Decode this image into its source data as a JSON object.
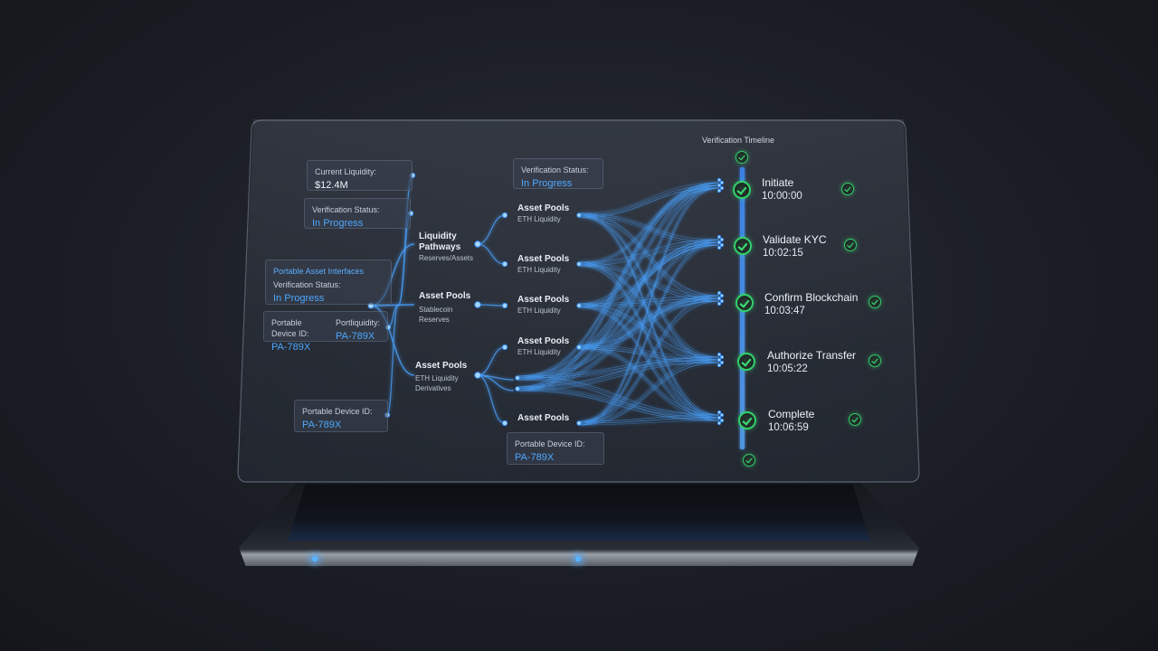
{
  "cards": {
    "current_liquidity": {
      "label": "Current Liquidity:",
      "value": "$12.4M"
    },
    "verification_left": {
      "label": "Verification Status:",
      "value": "In Progress"
    },
    "portable_interfaces": {
      "heading": "Portable Asset Interfaces",
      "label": "Verification Status:",
      "value": "In Progress"
    },
    "device_split": {
      "label_a": "Portable Device ID:",
      "value_a": "PA-789X",
      "label_b": "Portliquidity:",
      "value_b": "PA-789X"
    },
    "device_bottom_left": {
      "label": "Portable Device ID:",
      "value": "PA-789X"
    },
    "verification_mid": {
      "label": "Verification Status:",
      "value": "In Progress"
    },
    "device_bottom_mid": {
      "label": "Portable Device ID:",
      "value": "PA-789X"
    }
  },
  "nodes": {
    "liquidity_pathways": {
      "title_a": "Liquidity",
      "title_b": "Pathways",
      "sub": "Reserves/Assets"
    },
    "asset_pools_mid": {
      "title": "Asset Pools",
      "sub_a": "Stablecoin",
      "sub_b": "Reserves"
    },
    "asset_pools_low": {
      "title": "Asset Pools",
      "sub_a": "ETH Liquidity",
      "sub_b": "Derivatives"
    },
    "pools": [
      {
        "title": "Asset Pools",
        "sub": "ETH Liquidity"
      },
      {
        "title": "Asset Pools",
        "sub": "ETH Liquidity"
      },
      {
        "title": "Asset Pools",
        "sub": "ETH Liquidity"
      },
      {
        "title": "Asset Pools",
        "sub": "ETH Liquidity"
      },
      {
        "title": "Asset Pools",
        "sub": ""
      }
    ]
  },
  "timeline": {
    "title": "Verification Timeline",
    "steps": [
      {
        "name": "Initiate",
        "time": "10:00:00"
      },
      {
        "name": "Validate KYC",
        "time": "10:02:15"
      },
      {
        "name": "Confirm Blockchain",
        "time": "10:03:47"
      },
      {
        "name": "Authorize Transfer",
        "time": "10:05:22"
      },
      {
        "name": "Complete",
        "time": "10:06:59"
      }
    ]
  },
  "colors": {
    "accent": "#4ea8ff",
    "check": "#3be275",
    "panel": "#2c323c"
  }
}
